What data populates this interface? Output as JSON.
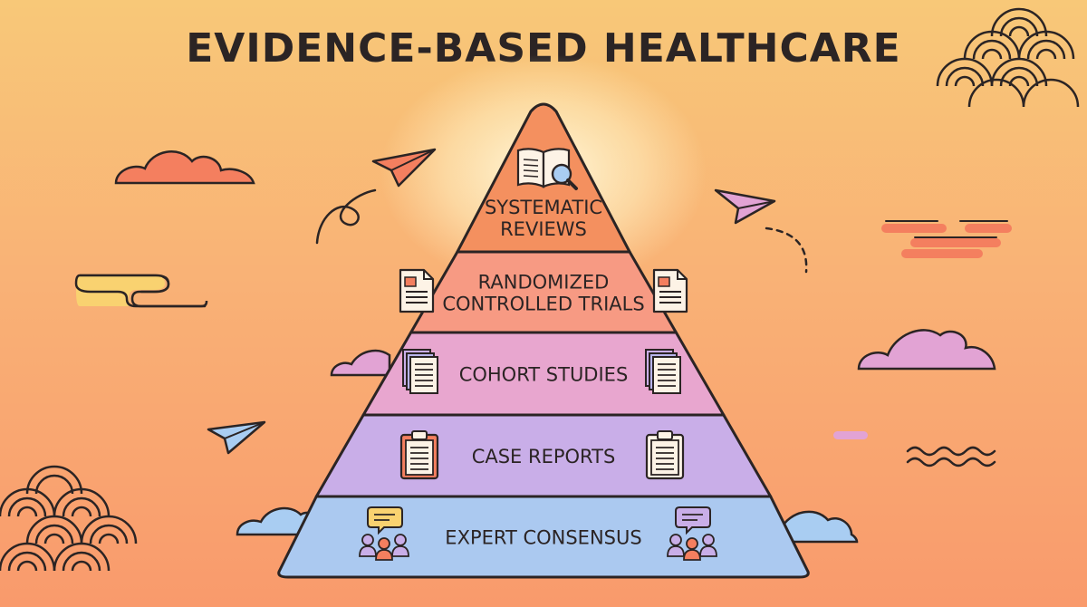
{
  "title": "EVIDENCE-BASED HEALTHCARE",
  "tiers": [
    {
      "lines": [
        "SYSTEMATIC",
        "REVIEWS"
      ],
      "color": "#f4905f",
      "icon": "book-magnifier-icon"
    },
    {
      "lines": [
        "RANDOMIZED",
        "CONTROLLED TRIALS"
      ],
      "color": "#f79a83",
      "icon": "document-icon"
    },
    {
      "lines": [
        "COHORT STUDIES"
      ],
      "color": "#e8a6cf",
      "icon": "stacked-documents-icon"
    },
    {
      "lines": [
        "CASE REPORTS"
      ],
      "color": "#c9aee8",
      "icon": "clipboard-icon"
    },
    {
      "lines": [
        "EXPERT CONSENSUS"
      ],
      "color": "#abc9f0",
      "icon": "people-speech-icon"
    }
  ],
  "colors": {
    "outline": "#2b2424",
    "glow": "#fff7d6",
    "cloud_orange": "#f47f5f",
    "cloud_pink": "#e2a3d4",
    "cloud_blue": "#a9cdf2",
    "cloud_yellow": "#f9d270"
  }
}
